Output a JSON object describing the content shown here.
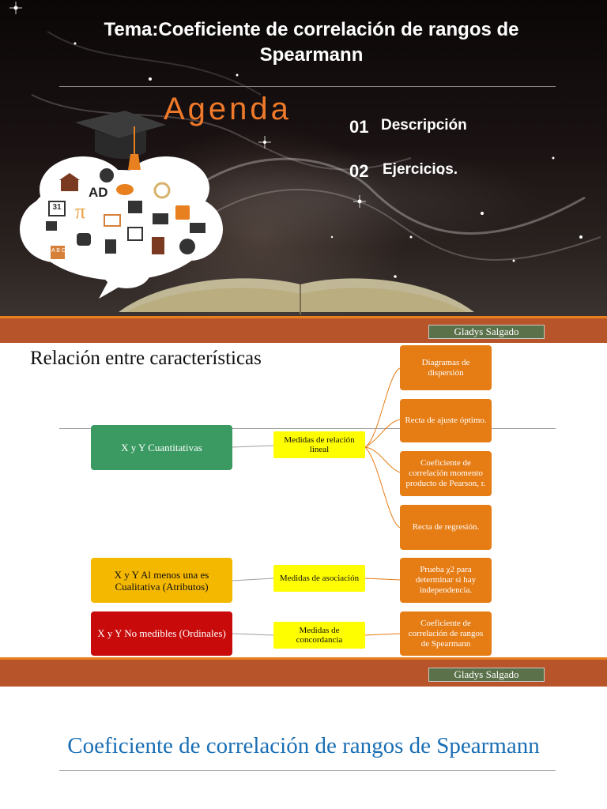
{
  "slide1": {
    "title_line1": "Tema:Coeficiente de correlación de rangos de",
    "title_line2": "Spearmann",
    "agenda": "Agenda",
    "items": [
      {
        "num": "01",
        "label": "Descripción"
      },
      {
        "num": "02",
        "label": "Ejercicios."
      }
    ],
    "calendar_day": "31",
    "pi_symbol": "π",
    "ad_text": "AD",
    "abc_text": "A B C"
  },
  "footer": {
    "author": "Gladys Salgado"
  },
  "slide2": {
    "title": "Relación entre características",
    "row1": {
      "category": "X y Y Cuantitativas",
      "measure": "Medidas de relación lineal",
      "outputs": [
        "Diagramas de dispersión",
        "Recta de ajuste óptimo.",
        "Coeficiente de correlación momento producto de Pearson, r.",
        "Recta de regresión."
      ]
    },
    "row2": {
      "category": "X y Y  Al menos una es Cualitativa (Atributos)",
      "measure": "Medidas de asociación",
      "output": "Prueba χ2 para determinar si hay independencia."
    },
    "row3": {
      "category": "X y Y  No medibles (Ordinales)",
      "measure": "Medidas de concordancia",
      "output": "Coeficiente de correlación de rangos de Spearmann"
    }
  },
  "slide3": {
    "title": "Coeficiente de correlación de rangos de Spearmann"
  }
}
